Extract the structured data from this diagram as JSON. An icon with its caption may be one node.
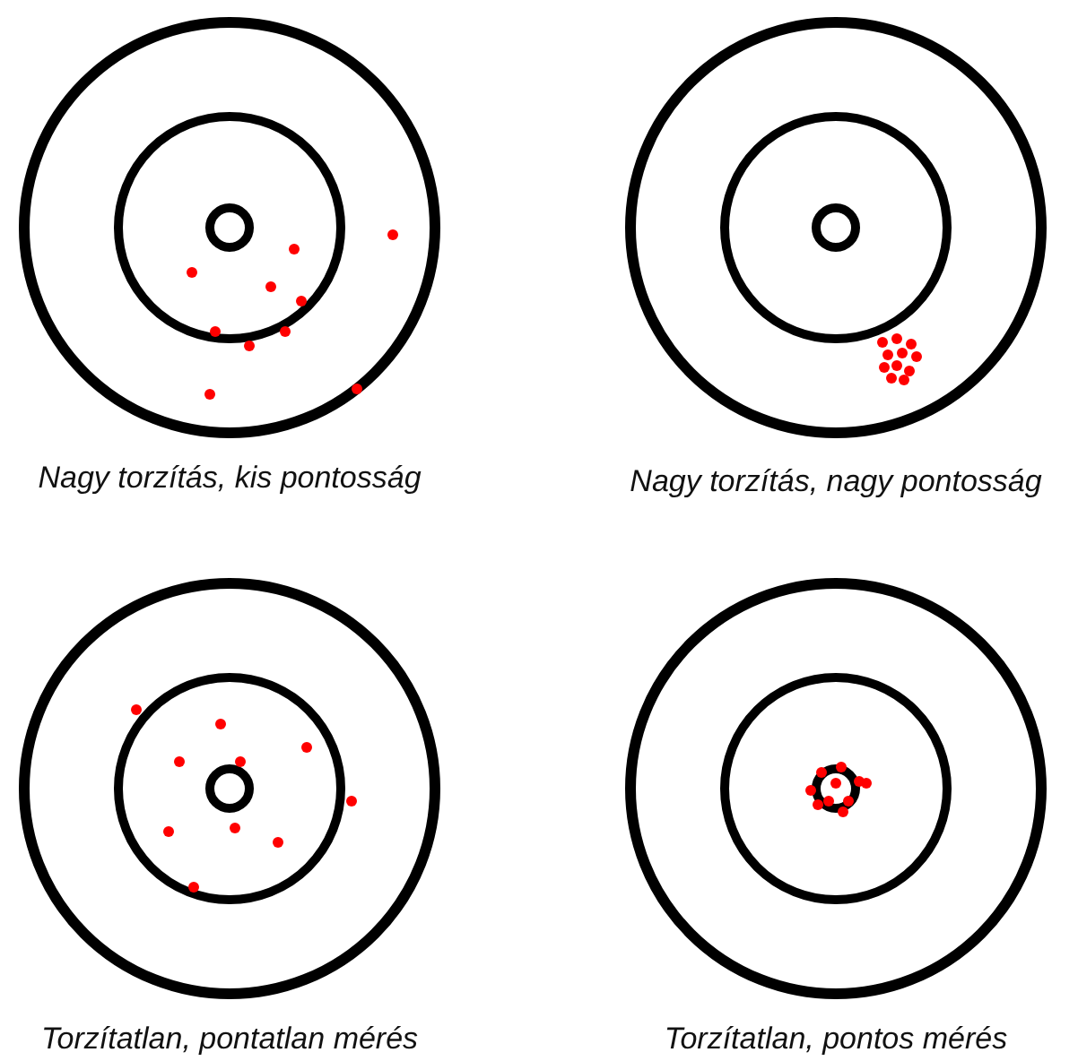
{
  "diagram": {
    "labels": [
      "Nagy torzítás, kis pontosság",
      "Nagy torzítás, nagy pontosság",
      "Torzítatlan, pontatlan mérés",
      "Torzítatlan, pontos mérés"
    ]
  }
}
